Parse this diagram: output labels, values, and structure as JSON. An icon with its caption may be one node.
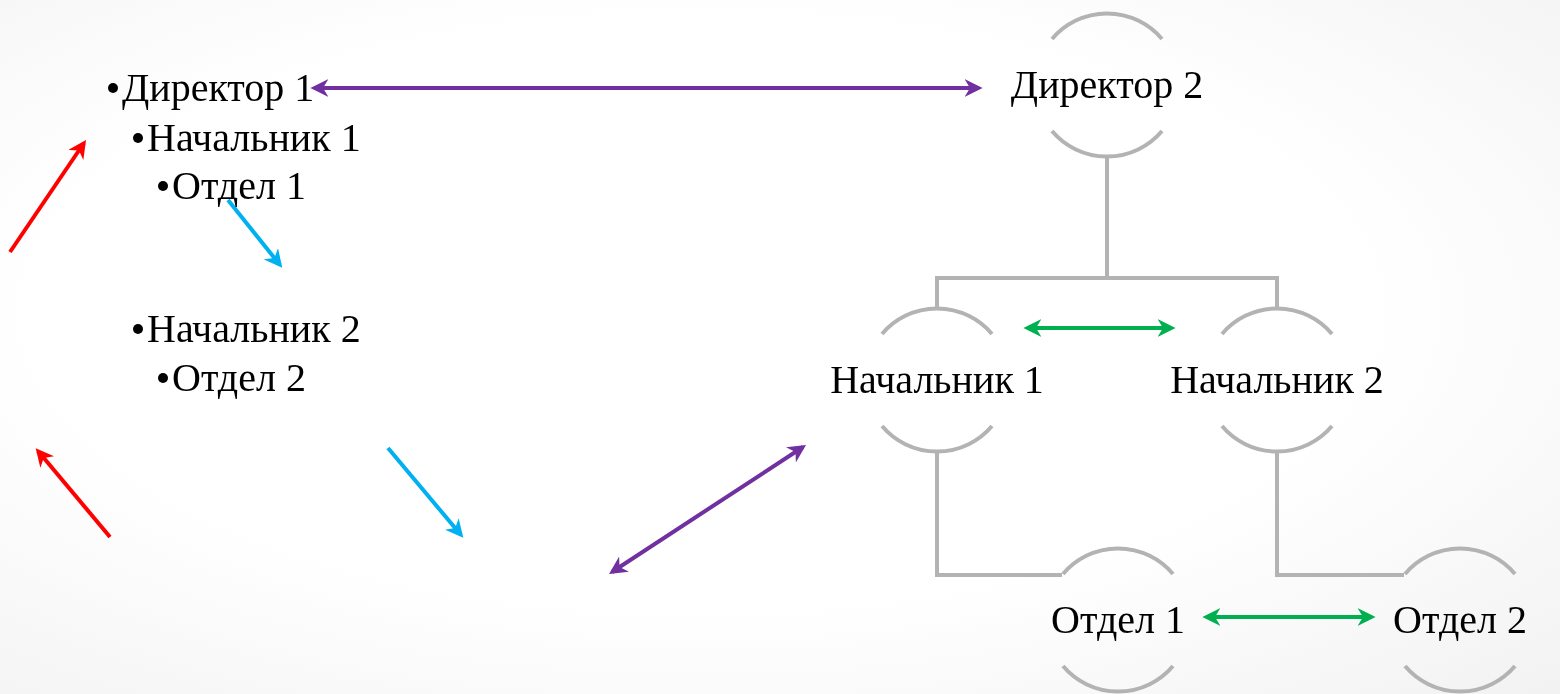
{
  "diagram": {
    "nodes": [
      {
        "text": [
          "Директор 1"
        ]
      },
      {
        "text": [
          "Начальник 1"
        ]
      },
      {
        "text": [
          "Отдел 1"
        ]
      },
      {
        "text": [
          "Начальник 2"
        ]
      },
      {
        "text": [
          "Отдел 2"
        ]
      },
      {
        "text": [
          "Директор 2"
        ]
      },
      {
        "text": [
          "Начальник 1"
        ]
      },
      {
        "text": [
          "Начальник 2"
        ]
      },
      {
        "text": [
          "Отдел 1"
        ]
      },
      {
        "text": [
          "Отдел 2"
        ]
      }
    ],
    "edges": [
      {
        "from": 0,
        "to": 5,
        "arrow": "both",
        "color": "#7030a0"
      },
      {
        "from": 5,
        "to": 6,
        "arrow": "none"
      },
      {
        "from": 5,
        "to": 7,
        "arrow": "none"
      },
      {
        "from": 6,
        "to": 8,
        "arrow": "none"
      },
      {
        "from": 7,
        "to": 9,
        "arrow": "none"
      },
      {
        "from": 6,
        "to": 7,
        "arrow": "both",
        "color": "#00b050"
      },
      {
        "from": 8,
        "to": 9,
        "arrow": "both",
        "color": "#00b050"
      },
      {
        "from": null,
        "to": 6,
        "arrow": "both",
        "color": "#7030a0"
      }
    ]
  }
}
